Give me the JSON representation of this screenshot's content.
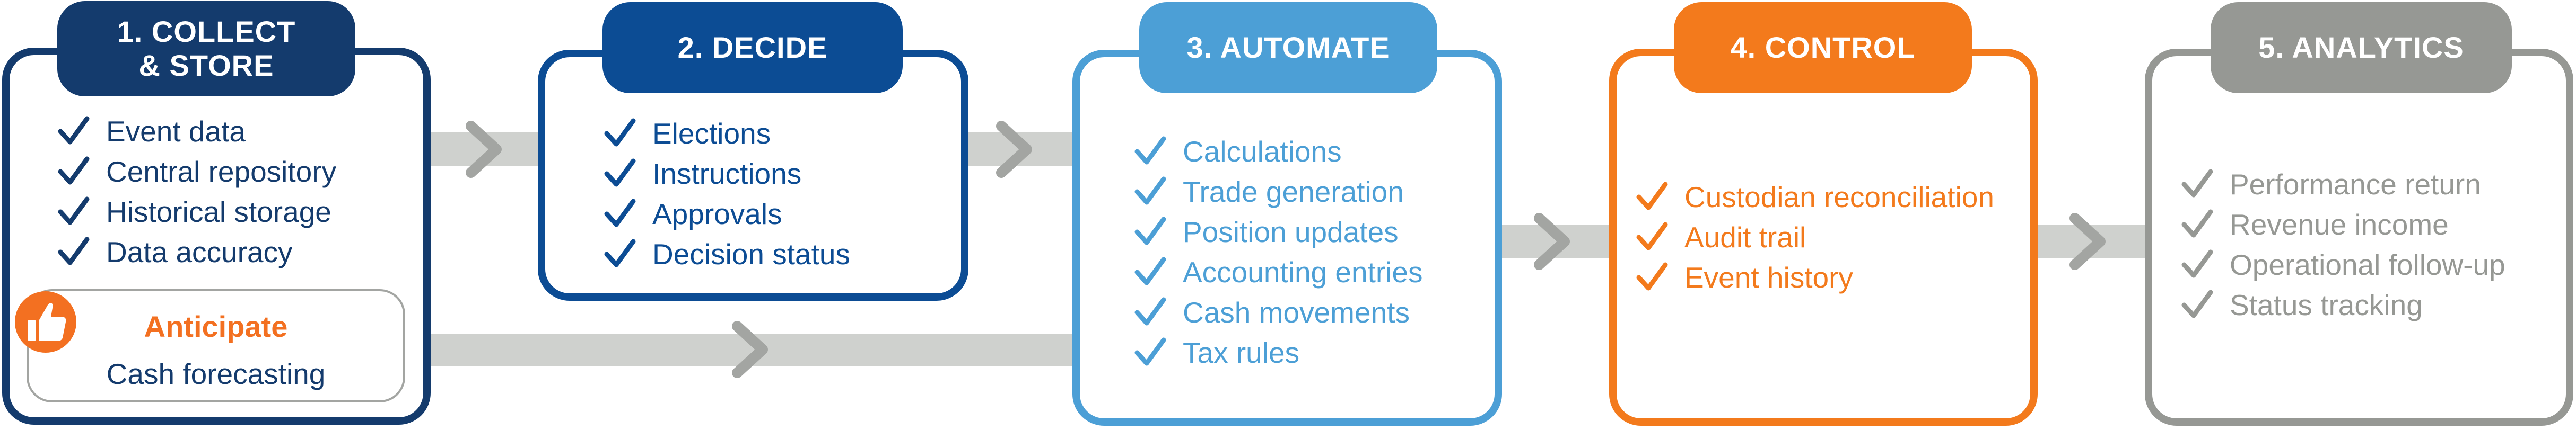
{
  "colors": {
    "collect": "#143b6d",
    "decide": "#0c4c94",
    "automate": "#4c9fd6",
    "control": "#f37a1c",
    "analytics": "#969894",
    "connector": "#cfd1ce",
    "connector_arrow": "#a3a5a2",
    "anticipate": "#f37021"
  },
  "stages": [
    {
      "id": "collect",
      "title": "1. COLLECT\n& STORE",
      "items": [
        "Event data",
        "Central repository",
        "Historical storage",
        "Data accuracy"
      ]
    },
    {
      "id": "decide",
      "title": "2. DECIDE",
      "items": [
        "Elections",
        "Instructions",
        "Approvals",
        "Decision status"
      ]
    },
    {
      "id": "automate",
      "title": "3. AUTOMATE",
      "items": [
        "Calculations",
        "Trade generation",
        "Position updates",
        "Accounting entries",
        "Cash movements",
        "Tax rules"
      ]
    },
    {
      "id": "control",
      "title": "4. CONTROL",
      "items": [
        "Custodian reconciliation",
        "Audit trail",
        "Event history"
      ]
    },
    {
      "id": "analytics",
      "title": "5. ANALYTICS",
      "items": [
        "Performance return",
        "Revenue income",
        "Operational follow-up",
        "Status tracking"
      ]
    }
  ],
  "anticipate": {
    "title": "Anticipate",
    "subtitle": "Cash forecasting",
    "icon": "thumbs-up-icon"
  }
}
